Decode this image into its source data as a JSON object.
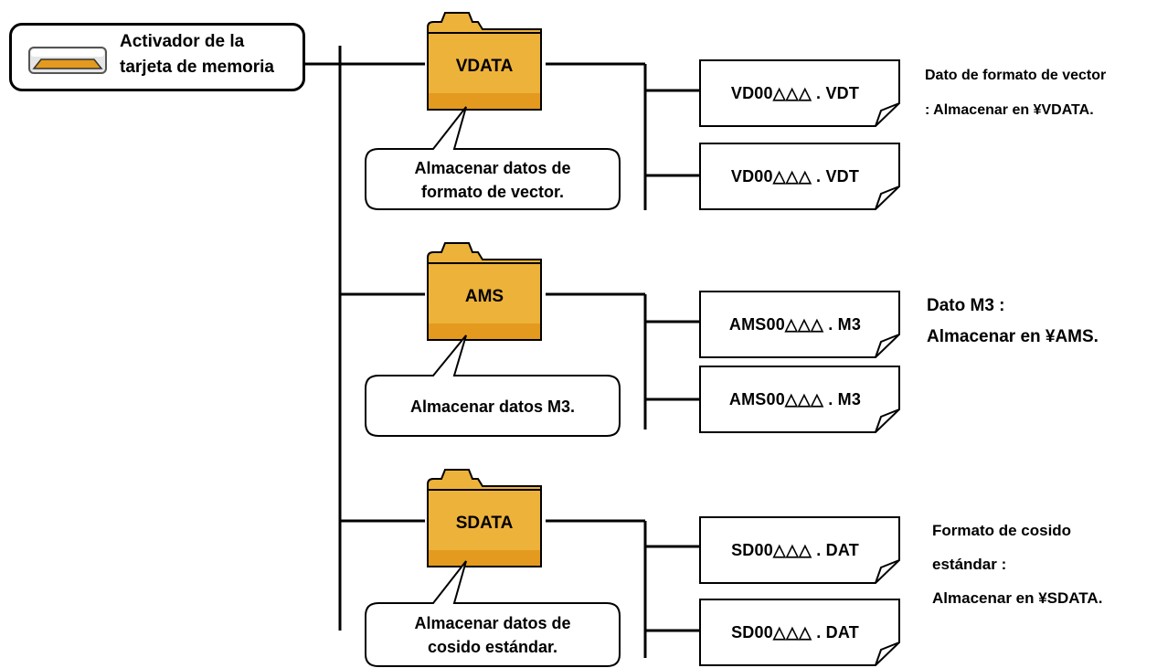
{
  "drive": {
    "label_line1": "Activador de la",
    "label_line2": "tarjeta de memoria"
  },
  "groups": [
    {
      "folder": "VDATA",
      "callout_line1": "Almacenar datos de",
      "callout_line2": "formato de vector.",
      "files": [
        "VD00△△△ . VDT",
        "VD00△△△ . VDT"
      ],
      "note_lines": [
        "Dato de formato de vector",
        ": Almacenar en ¥VDATA."
      ]
    },
    {
      "folder": "AMS",
      "callout_line1": "Almacenar datos M3.",
      "callout_line2": "",
      "files": [
        "AMS00△△△ . M3",
        "AMS00△△△ . M3"
      ],
      "note_lines": [
        "Dato M3 :",
        "Almacenar en ¥AMS."
      ]
    },
    {
      "folder": "SDATA",
      "callout_line1": "Almacenar datos de",
      "callout_line2": "cosido estándar.",
      "files": [
        "SD00△△△ . DAT",
        "SD00△△△ . DAT"
      ],
      "note_lines": [
        "Formato de cosido",
        "estándar :",
        "Almacenar en ¥SDATA."
      ]
    }
  ],
  "colors": {
    "folder_fill": "#EDB23A",
    "folder_band": "#E39A1E",
    "line": "#000000"
  }
}
